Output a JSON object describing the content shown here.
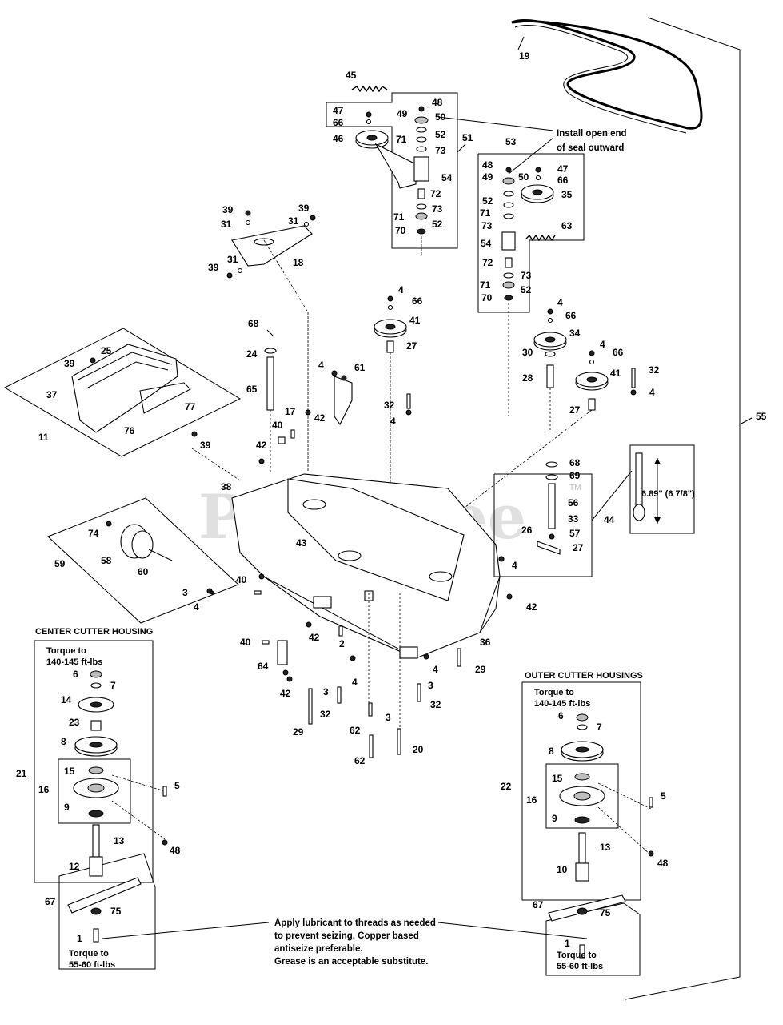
{
  "watermark": "PartsTree",
  "watermark_tm": "TM",
  "notes": {
    "seal": [
      "Install open end",
      "of seal outward"
    ],
    "lubricant": [
      "Apply lubricant to threads as needed",
      "to prevent seizing.  Copper based",
      "antiseize preferable.",
      "Grease is an acceptable substitute."
    ],
    "height": "6.89\" (6 7/8\")"
  },
  "sections": {
    "center_title": "CENTER CUTTER HOUSING",
    "outer_title": "OUTER CUTTER HOUSINGS",
    "center_torque_top": [
      "Torque to",
      "140-145 ft-lbs"
    ],
    "center_torque_bottom": [
      "Torque to",
      "55-60 ft-lbs"
    ],
    "outer_torque_top": [
      "Torque to",
      "140-145 ft-lbs"
    ],
    "outer_torque_bottom": [
      "Torque to",
      "55-60 ft-lbs"
    ]
  },
  "callouts": {
    "c19": "19",
    "c45": "45",
    "c47a": "47",
    "c66a": "66",
    "c46": "46",
    "c48a": "48",
    "c49a": "49",
    "c50a": "50",
    "c52a": "52",
    "c71a": "71",
    "c73a": "73",
    "c51": "51",
    "c54a": "54",
    "c72a": "72",
    "c71b": "71",
    "c73b": "73",
    "c70a": "70",
    "c52b": "52",
    "c53": "53",
    "c48b": "48",
    "c49b": "49",
    "c50b": "50",
    "c47b": "47",
    "c66b": "66",
    "c35": "35",
    "c52c": "52",
    "c71c": "71",
    "c73c": "73",
    "c63": "63",
    "c54b": "54",
    "c72b": "72",
    "c73d": "73",
    "c71d": "71",
    "c52d": "52",
    "c70b": "70",
    "c39a": "39",
    "c31a": "31",
    "c39b": "39",
    "c31b": "31",
    "c18": "18",
    "c39c": "39",
    "c31c": "31",
    "c4a": "4",
    "c66c": "66",
    "c41a": "41",
    "c27a": "27",
    "c4b": "4",
    "c66d": "66",
    "c34": "34",
    "c30": "30",
    "c28": "28",
    "c4c": "4",
    "c66e": "66",
    "c41b": "41",
    "c32a": "32",
    "c27b": "27",
    "c4d": "4",
    "c68a": "68",
    "c24": "24",
    "c65": "65",
    "c4e": "4",
    "c61": "61",
    "c32b": "32",
    "c4f": "4",
    "c17": "17",
    "c40a": "40",
    "c42a": "42",
    "c42b": "42",
    "c25": "25",
    "c39d": "39",
    "c37": "37",
    "c77": "77",
    "c76": "76",
    "c11": "11",
    "c39e": "39",
    "c55": "55",
    "c68b": "68",
    "c69": "69",
    "c56": "56",
    "c33": "33",
    "c26": "26",
    "c57": "57",
    "c27c": "27",
    "c44": "44",
    "c4g": "4",
    "c38": "38",
    "c43": "43",
    "c74": "74",
    "c58": "58",
    "c60": "60",
    "c59": "59",
    "c3a": "3",
    "c4h": "4",
    "c40b": "40",
    "c42c": "42",
    "c36": "36",
    "c40c": "40",
    "c42d": "42",
    "c2": "2",
    "c64": "64",
    "c42e": "42",
    "c4i": "4",
    "c3b": "3",
    "c32c": "32",
    "c29a": "29",
    "c62a": "62",
    "c3c": "3",
    "c62b": "62",
    "c20": "20",
    "c4j": "4",
    "c3d": "3",
    "c32d": "32",
    "c29b": "29",
    "c6a": "6",
    "c7a": "7",
    "c14": "14",
    "c23": "23",
    "c8a": "8",
    "c15a": "15",
    "c21": "21",
    "c16a": "16",
    "c9a": "9",
    "c5a": "5",
    "c48c": "48",
    "c13a": "13",
    "c12": "12",
    "c67a": "67",
    "c75a": "75",
    "c1a": "1",
    "c6b": "6",
    "c7b": "7",
    "c8b": "8",
    "c22": "22",
    "c15b": "15",
    "c16b": "16",
    "c9b": "9",
    "c5b": "5",
    "c48d": "48",
    "c13b": "13",
    "c10": "10",
    "c67b": "67",
    "c75b": "75",
    "c1b": "1"
  }
}
